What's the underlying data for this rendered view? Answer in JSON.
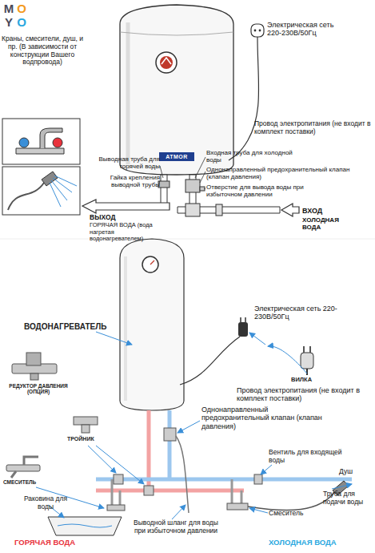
{
  "diagram": {
    "nodes": [
      {
        "text": [
          "ATMOR"
        ]
      }
    ],
    "labels": [
      "M",
      "O",
      "Y",
      "O",
      "Электрическая сеть 220-230В/50Гц",
      "Краны, смесители, душ, и пр. (В зависимости от конструкции Вашего водпровода)",
      "Провод электропитания (не входит в комплект поставки)",
      "Выводная труба для горячей воды",
      "Входная труба для холодной воды",
      "Гайка крепления выводной трубы",
      "Однонаправленный предохранительный клапан (клапан давления)",
      "Отверстие для вывода воды при избыточном давлении",
      "ВЫХОД",
      "ГОРЯЧАЯ ВОДА (вода нагретая водонагревателем)",
      "ВХОД",
      "ХОЛОДНАЯ ВОДА",
      "Электрическая сеть 220-230В/50Гц",
      "ВОДОНАГРЕВАТЕЛЬ",
      "ВИЛКА",
      "Провод электропитания (не входит в комплект поставки)",
      "РЕДУКТОР ДАВЛЕНИЯ (ОПЦИЯ)",
      "ТРОЙНИК",
      "Однонаправленный предохранительный клапан (клапан давления)",
      "Вентиль для входящей воды",
      "Душ",
      "СМЕСИТЕЛЬ",
      "Труба для подачи воды",
      "Раковина для воды",
      "Смеситель",
      "Выводной шланг для воды при избыточном давлении",
      "ГОРЯЧАЯ ВОДА",
      "ХОЛОДНАЯ ВОДА"
    ]
  }
}
